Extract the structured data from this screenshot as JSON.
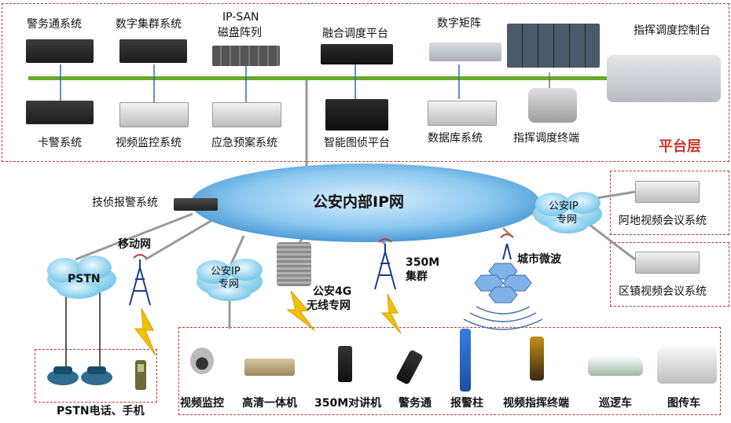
{
  "platform_layer": {
    "title": "平台层",
    "top_row": [
      "警务通系统",
      "数字集群系统",
      "IP-SAN",
      "磁盘阵列",
      "融合调度平台",
      "数字矩阵",
      "指挥调度控制台"
    ],
    "bottom_row": [
      "卡警系统",
      "视频监控系统",
      "应急预案系统",
      "智能图侦平台",
      "数据库系统",
      "指挥调度终端"
    ]
  },
  "network": {
    "core": "公安内部IP网",
    "tech_alarm": "技侦报警系统",
    "mobile": "移动网",
    "pstn": "PSTN",
    "police_ip_left": [
      "公安IP",
      "专网"
    ],
    "police_4g": [
      "公安4G",
      "无线专网"
    ],
    "trunk_350m": [
      "350M",
      "集群"
    ],
    "city_microwave": "城市微波",
    "police_ip_right": [
      "公安IP",
      "专网"
    ],
    "video_conf_remote": "阿地视频会议系统",
    "video_conf_district": "区镇视频会议系统"
  },
  "terminals": {
    "pstn_label": "PSTN电话、手机",
    "items": [
      "视频监控",
      "高清一体机",
      "350M对讲机",
      "警务通",
      "报警柱",
      "视频指挥终端",
      "巡逻车",
      "图传车"
    ]
  },
  "colors": {
    "dash_border": "#c0392b",
    "bus_green": "#6aaa2a",
    "cloud_blue": "#8ed3ef",
    "core_blue": "#4fa3dc",
    "platform_title": "#c0392b",
    "lightning": "#f2c200"
  }
}
